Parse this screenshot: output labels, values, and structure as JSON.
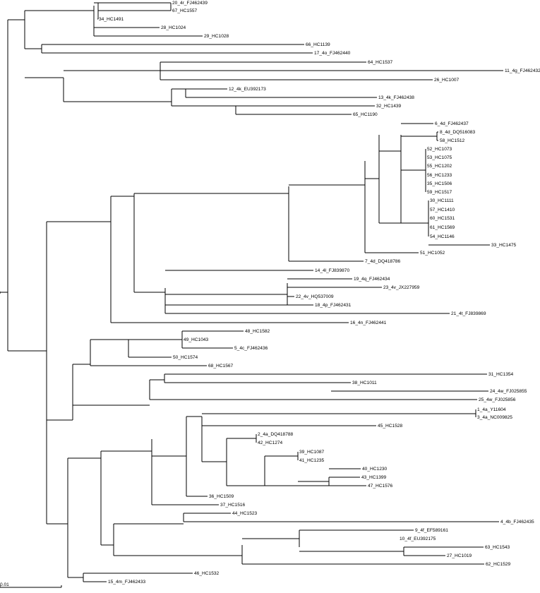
{
  "scale_bar": {
    "label": "0.01"
  },
  "leaves": [
    "20_4r_FJ462439",
    "67_HC1557",
    "34_HC1491",
    "28_HC1024",
    "29_HC1028",
    "66_HC1139",
    "17_4o_FJ462440",
    "64_HC1537",
    "11_4g_FJ462432",
    "26_HC1007",
    "12_4k_EU392173",
    "13_4k_FJ462438",
    "32_HC1439",
    "65_HC1190",
    "6_4d_FJ462437",
    "8_4d_DQ516083",
    "58_HC1512",
    "52_HC1073",
    "53_HC1075",
    "55_HC1202",
    "56_HC1233",
    "35_HC1506",
    "59_HC1517",
    "30_HC1111",
    "57_HC1410",
    "60_HC1531",
    "61_HC1569",
    "54_HC1146",
    "33_HC1475",
    "51_HC1052",
    "7_4d_DQ418786",
    "14_4l_FJ839870",
    "19_4q_FJ462434",
    "23_4v_JX227959",
    "22_4v_HQ537009",
    "18_4p_FJ462431",
    "21_4t_FJ839869",
    "16_4n_FJ462441",
    "48_HC1582",
    "49_HC1043",
    "5_4c_FJ462436",
    "50_HC1574",
    "68_HC1567",
    "31_HC1354",
    "38_HC1011",
    "24_4w_FJ025855",
    "25_4w_FJ025856",
    "1_4a_Y11604",
    "3_4a_NC009825",
    "45_HC1528",
    "2_4a_DQ418788",
    "42_HC1274",
    "39_HC1087",
    "41_HC1235",
    "40_HC1230",
    "43_HC1399",
    "47_HC1576",
    "36_HC1509",
    "37_HC1516",
    "44_HC1523",
    "4_4b_FJ462435",
    "9_4f_EF589161",
    "10_4f_EU392175",
    "63_HC1543",
    "27_HC1019",
    "62_HC1529",
    "46_HC1532",
    "15_4m_FJ462433"
  ]
}
